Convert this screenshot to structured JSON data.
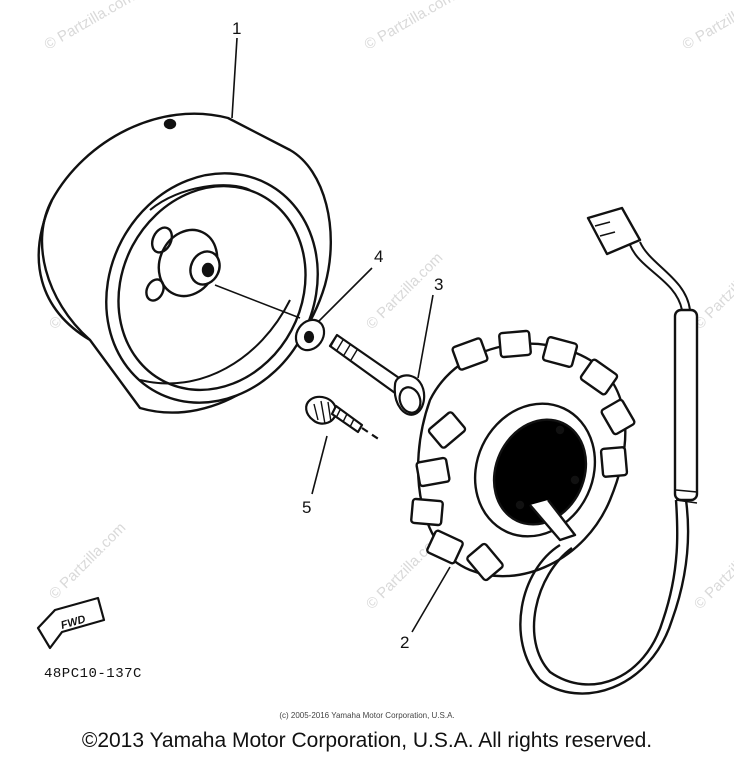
{
  "callouts": {
    "flywheel": "1",
    "stator": "2",
    "bolt": "3",
    "washer": "4",
    "screw": "5"
  },
  "diagram_code": "48PC10-137C",
  "fwd_label": "FWD",
  "watermark_text": "© Partzilla.com",
  "small_copyright": "(c) 2005-2016 Yamaha Motor Corporation, U.S.A.",
  "main_copyright": "©2013 Yamaha Motor Corporation, U.S.A. All rights reserved.",
  "colors": {
    "line": "#111111",
    "watermark": "#d9d9d9"
  }
}
